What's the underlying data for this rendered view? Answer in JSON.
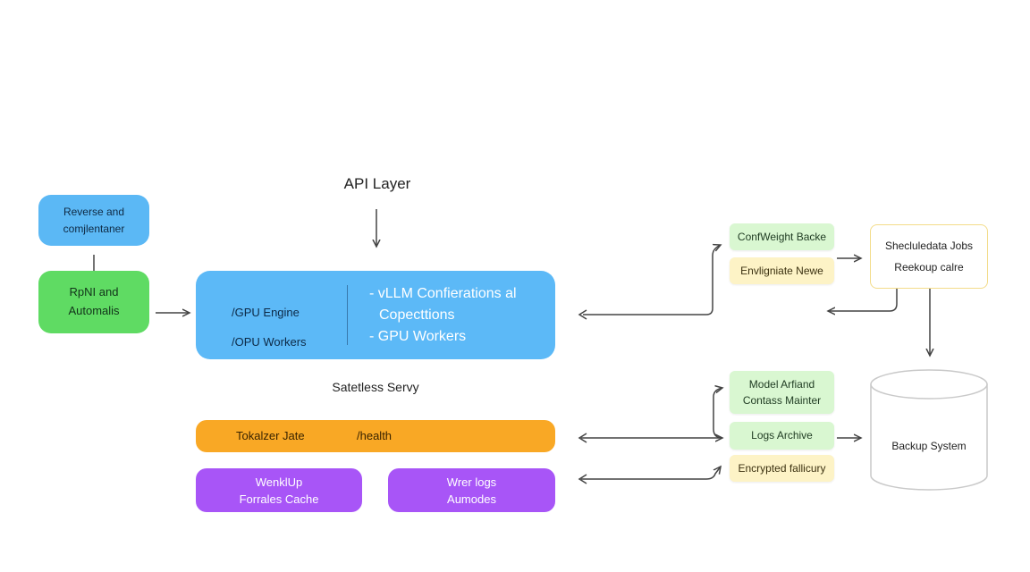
{
  "api_layer": {
    "title": "API Layer",
    "engine": {
      "left_line1": "/GPU Engine",
      "left_line2": "/OPU Workers",
      "right_line1": "- vLLM Confierations al",
      "right_line2": "Copecttions",
      "right_line3": "- GPU Workers"
    },
    "subtitle": "Satetless Servy"
  },
  "left_nodes": {
    "top_line1": "Reverse and",
    "top_line2": "comjlentaner",
    "green_line1": "RpNI and",
    "green_line2": "Automalis"
  },
  "bottom_bars": {
    "orange_left": "Tokalzer Jate",
    "orange_right": "/health",
    "purple_left_line1": "WenklUp",
    "purple_left_line2": "Forrales Cache",
    "purple_right_line1": "Wrer logs",
    "purple_right_line2": "Aumodes"
  },
  "right_nodes": {
    "green_top": "ConfWeight Backe",
    "yellow_top": "Envligniate Newe",
    "scheduled_line1": "Shecluledata Jobs",
    "scheduled_line2": "Reekoup calre",
    "model_line1": "Model Arfiand",
    "model_line2": "Contass Mainter",
    "logs_archive": "Logs Archive",
    "encrypted": "Encrypted fallicury",
    "backup_system": "Backup System"
  },
  "colors": {
    "blue_light": "#5bb8f5",
    "blue_engine": "#5cb9f7",
    "green": "#5fdb63",
    "orange": "#f9a825",
    "purple": "#a855f7",
    "mint": "#d9f7d1",
    "cream": "#fdf3c6",
    "arrow": "#444444"
  }
}
